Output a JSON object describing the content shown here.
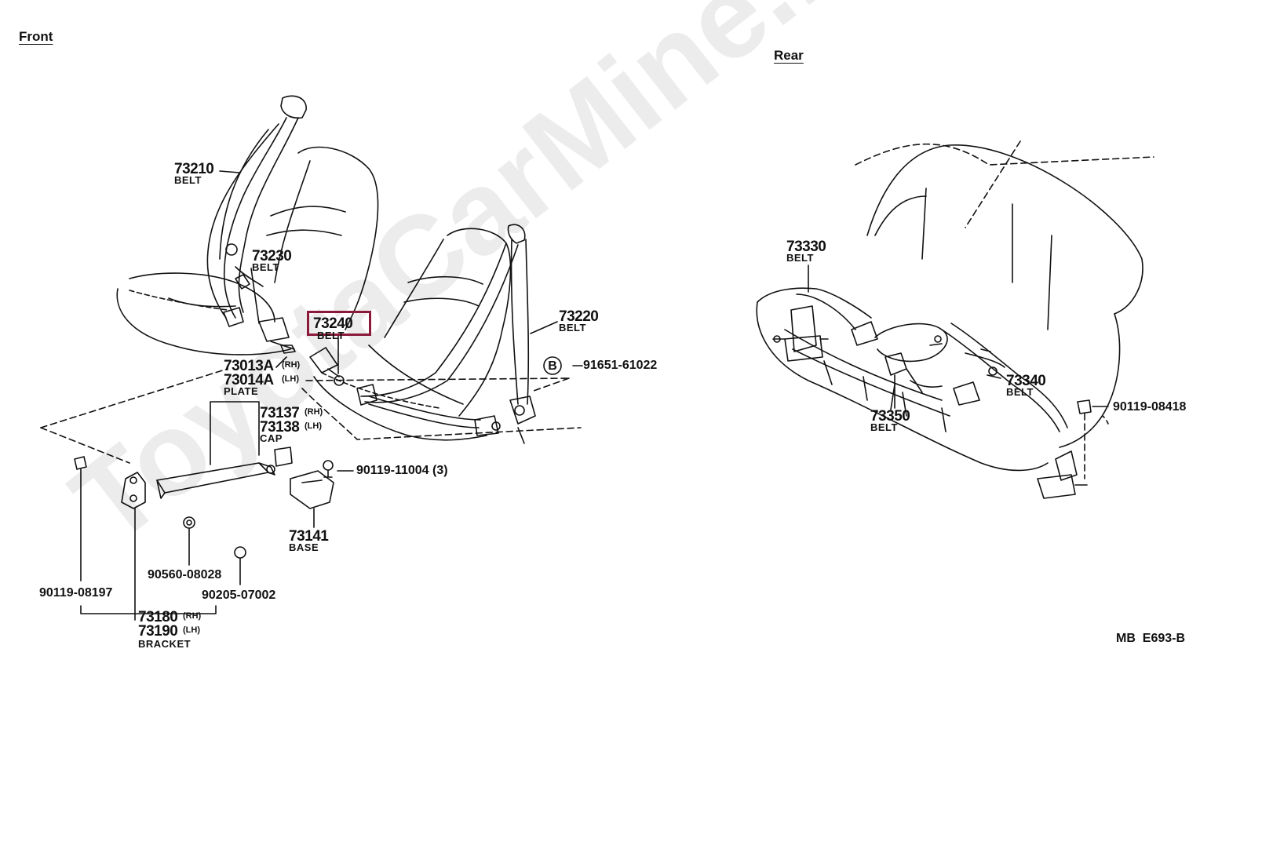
{
  "sections": {
    "front": "Front",
    "rear": "Rear"
  },
  "labels": {
    "p73210": {
      "num": "73210",
      "desc": "BELT"
    },
    "p73230": {
      "num": "73230",
      "desc": "BELT"
    },
    "p73240": {
      "num": "73240",
      "desc": "BELT"
    },
    "p73220": {
      "num": "73220",
      "desc": "BELT"
    },
    "p73013": {
      "num": "73013A",
      "side": "(RH)"
    },
    "p73014": {
      "num": "73014A",
      "side": "(LH)",
      "desc": "PLATE"
    },
    "p73137": {
      "num": "73137",
      "side": "(RH)"
    },
    "p73138": {
      "num": "73138",
      "side": "(LH)",
      "desc": "CAP"
    },
    "p73141": {
      "num": "73141",
      "desc": "BASE"
    },
    "p73180": {
      "num": "73180",
      "side": "(RH)"
    },
    "p73190": {
      "num": "73190",
      "side": "(LH)",
      "desc": "BRACKET"
    },
    "p73330": {
      "num": "73330",
      "desc": "BELT"
    },
    "p73340": {
      "num": "73340",
      "desc": "BELT"
    },
    "p73350": {
      "num": "73350",
      "desc": "BELT"
    }
  },
  "codes": {
    "bolt_b_marker": "B",
    "c91651": "91651-61022",
    "c90119_11004": "90119-11004 (3)",
    "c90560": "90560-08028",
    "c90205": "90205-07002",
    "c90119_08197": "90119-08197",
    "c90119_08418": "90119-08418"
  },
  "figure_ref": "MB  E693-B",
  "watermark": "ToyotaCarMine.ru",
  "highlight_color": "#8b1a3a"
}
